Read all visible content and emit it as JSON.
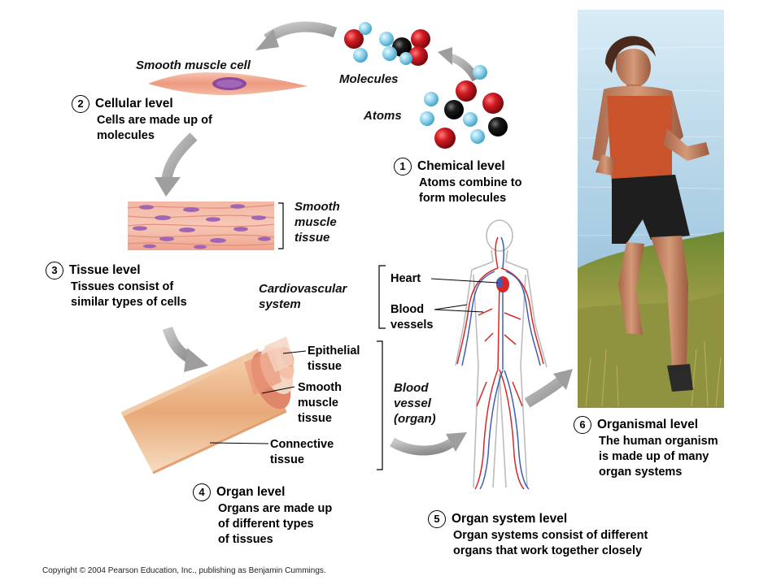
{
  "copyright": "Copyright © 2004 Pearson Education, Inc., publishing as Benjamin Cummings.",
  "labels": {
    "smooth_muscle_cell": "Smooth muscle cell",
    "molecules": "Molecules",
    "atoms": "Atoms",
    "smooth_muscle_tissue": [
      "Smooth",
      "muscle",
      "tissue"
    ],
    "cardiovascular_system": [
      "Cardiovascular",
      "system"
    ],
    "heart": "Heart",
    "blood_vessels": [
      "Blood",
      "vessels"
    ],
    "epithelial_tissue": [
      "Epithelial",
      "tissue"
    ],
    "organ_smooth_muscle_tissue": [
      "Smooth",
      "muscle",
      "tissue"
    ],
    "connective_tissue": [
      "Connective",
      "tissue"
    ],
    "blood_vessel_organ": [
      "Blood",
      "vessel",
      "(organ)"
    ]
  },
  "levels": [
    {
      "number": "1",
      "title": "Chemical level",
      "desc": [
        "Atoms combine to",
        "form molecules"
      ]
    },
    {
      "number": "2",
      "title": "Cellular level",
      "desc": [
        "Cells are made up of",
        "molecules"
      ]
    },
    {
      "number": "3",
      "title": "Tissue level",
      "desc": [
        "Tissues consist of",
        "similar types of cells"
      ]
    },
    {
      "number": "4",
      "title": "Organ level",
      "desc": [
        "Organs are made up",
        "of different types",
        "of tissues"
      ]
    },
    {
      "number": "5",
      "title": "Organ system level",
      "desc": [
        "Organ systems consist of different",
        "organs that work together closely"
      ]
    },
    {
      "number": "6",
      "title": "Organismal level",
      "desc": [
        "The human organism",
        "is made up of many",
        "organ systems"
      ]
    }
  ],
  "colors": {
    "atom_red": "#c8141e",
    "atom_black": "#111111",
    "atom_blue": "#8fd3ec",
    "arrow_gray": "#9a9a9a",
    "cell_pink": "#f2a58c",
    "nucleus_purple": "#8a4b9e",
    "artery_red": "#d62828",
    "vein_blue": "#3d5fb5"
  }
}
